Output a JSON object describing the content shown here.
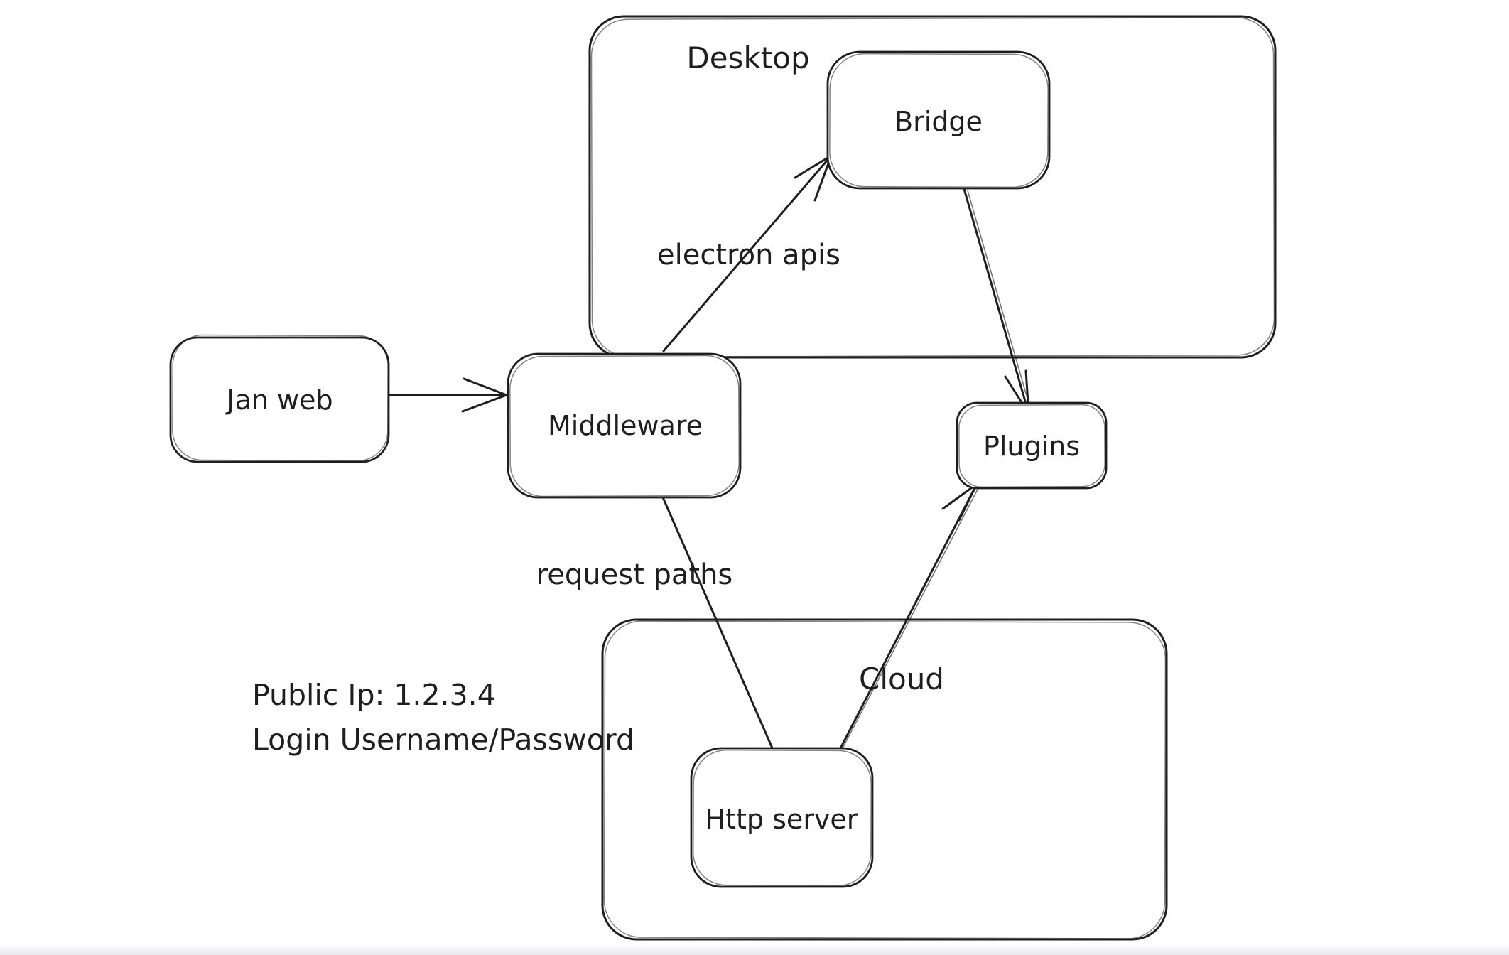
{
  "canvas": {
    "background": "#ffffff",
    "stroke_color": "#1e1e1e"
  },
  "containers": {
    "desktop": {
      "label": "Desktop"
    },
    "cloud": {
      "label": "Cloud"
    }
  },
  "nodes": {
    "jan_web": {
      "label": "Jan web"
    },
    "middleware": {
      "label": "Middleware"
    },
    "bridge": {
      "label": "Bridge"
    },
    "plugins": {
      "label": "Plugins"
    },
    "http_server": {
      "label": "Http server"
    }
  },
  "edges": {
    "jan_web_to_middleware": {
      "from": "Jan web",
      "to": "Middleware"
    },
    "middleware_to_bridge": {
      "from": "Middleware",
      "to": "Bridge",
      "label": "electron apis"
    },
    "bridge_to_plugins": {
      "from": "Bridge",
      "to": "Plugins"
    },
    "middleware_to_http_server": {
      "from": "Middleware",
      "to": "Http server",
      "label": "request paths"
    },
    "http_server_to_plugins": {
      "from": "Http server",
      "to": "Plugins"
    }
  },
  "annotations": {
    "public_ip": "Public Ip: 1.2.3.4",
    "login": "Login Username/Password"
  }
}
